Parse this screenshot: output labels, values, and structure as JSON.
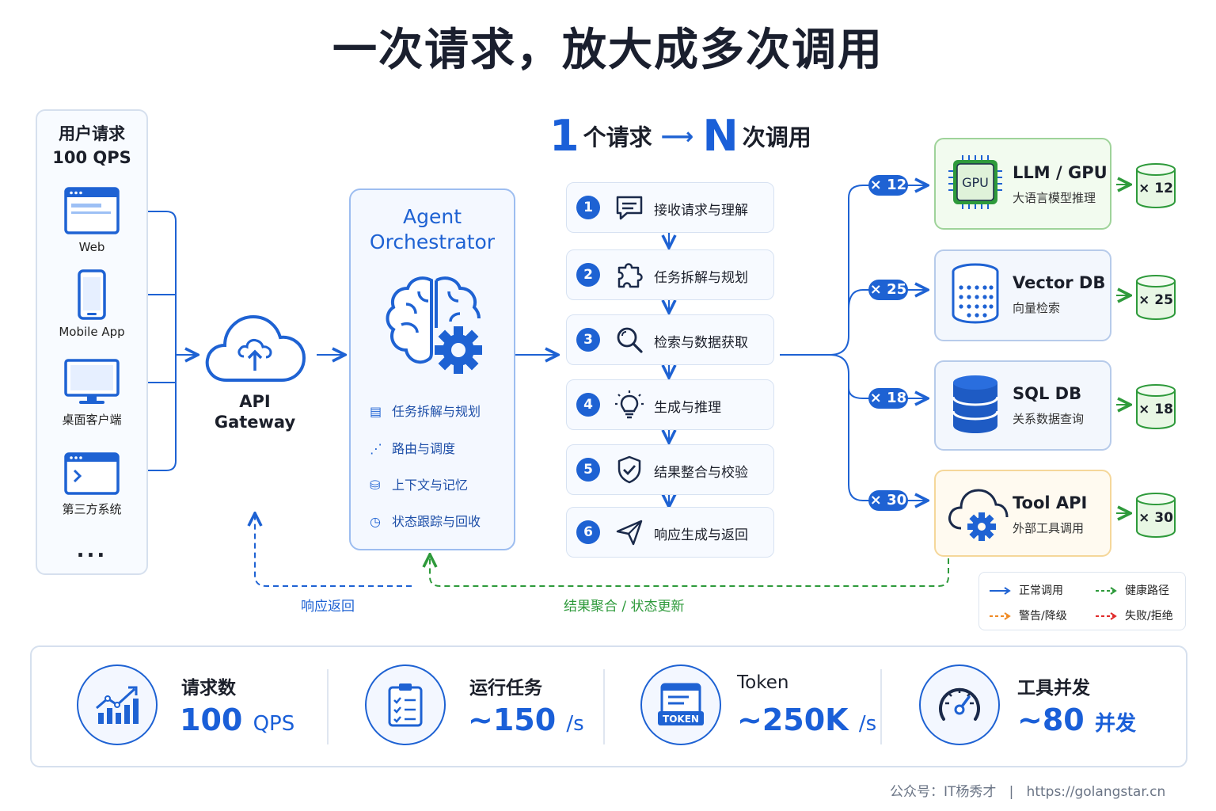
{
  "title": "一次请求，放大成多次调用",
  "clients": {
    "header_line1": "用户请求",
    "header_line2": "100 QPS",
    "items": [
      {
        "label": "Web"
      },
      {
        "label": "Mobile App"
      },
      {
        "label": "桌面客户端"
      },
      {
        "label": "第三方系统"
      }
    ],
    "more": "..."
  },
  "gateway": {
    "line1": "API",
    "line2": "Gateway"
  },
  "orchestrator": {
    "title_line1": "Agent",
    "title_line2": "Orchestrator",
    "features": [
      "任务拆解与规划",
      "路由与调度",
      "上下文与记忆",
      "状态跟踪与回收"
    ]
  },
  "amplification": {
    "one": "1",
    "one_label": "个请求",
    "arrow": "⟶",
    "n": "N",
    "n_label": "次调用"
  },
  "steps": [
    {
      "num": "1",
      "label": "接收请求与理解",
      "icon": "chat-icon"
    },
    {
      "num": "2",
      "label": "任务拆解与规划",
      "icon": "puzzle-icon"
    },
    {
      "num": "3",
      "label": "检索与数据获取",
      "icon": "search-icon"
    },
    {
      "num": "4",
      "label": "生成与推理",
      "icon": "lightbulb-icon"
    },
    {
      "num": "5",
      "label": "结果整合与校验",
      "icon": "shield-check-icon"
    },
    {
      "num": "6",
      "label": "响应生成与返回",
      "icon": "send-icon"
    }
  ],
  "services": [
    {
      "name": "LLM / GPU",
      "desc": "大语言模型推理",
      "multiplier": "× 12",
      "calls": "× 12",
      "chip_label": "GPU",
      "icon": "gpu-chip-icon"
    },
    {
      "name": "Vector DB",
      "desc": "向量检索",
      "multiplier": "× 25",
      "calls": "× 25",
      "icon": "vector-db-icon"
    },
    {
      "name": "SQL DB",
      "desc": "关系数据查询",
      "multiplier": "× 18",
      "calls": "× 18",
      "icon": "sql-db-icon"
    },
    {
      "name": "Tool API",
      "desc": "外部工具调用",
      "multiplier": "× 30",
      "calls": "× 30",
      "icon": "cloud-gear-icon"
    }
  ],
  "flows": {
    "response_return": "响应返回",
    "result_update": "结果聚合 / 状态更新"
  },
  "legend": {
    "normal": "正常调用",
    "health": "健康路径",
    "warning": "警告/降级",
    "failure": "失败/拒绝"
  },
  "stats": [
    {
      "label": "请求数",
      "value": "100",
      "unit": "QPS",
      "icon": "trend-chart-icon"
    },
    {
      "label": "运行任务",
      "value": "~150",
      "unit": "/s",
      "icon": "clipboard-icon"
    },
    {
      "label": "Token",
      "value": "~250K",
      "unit": "/s",
      "icon_label": "TOKEN",
      "icon": "token-icon"
    },
    {
      "label": "工具并发",
      "value": "~80",
      "unit": "并发",
      "icon": "gauge-icon"
    }
  ],
  "footer": "公众号：IT杨秀才   |   https://golangstar.cn",
  "colors": {
    "primary": "#1e62d3",
    "health": "#2e9a3b",
    "warning": "#f08a24",
    "failure": "#e02b2b"
  }
}
